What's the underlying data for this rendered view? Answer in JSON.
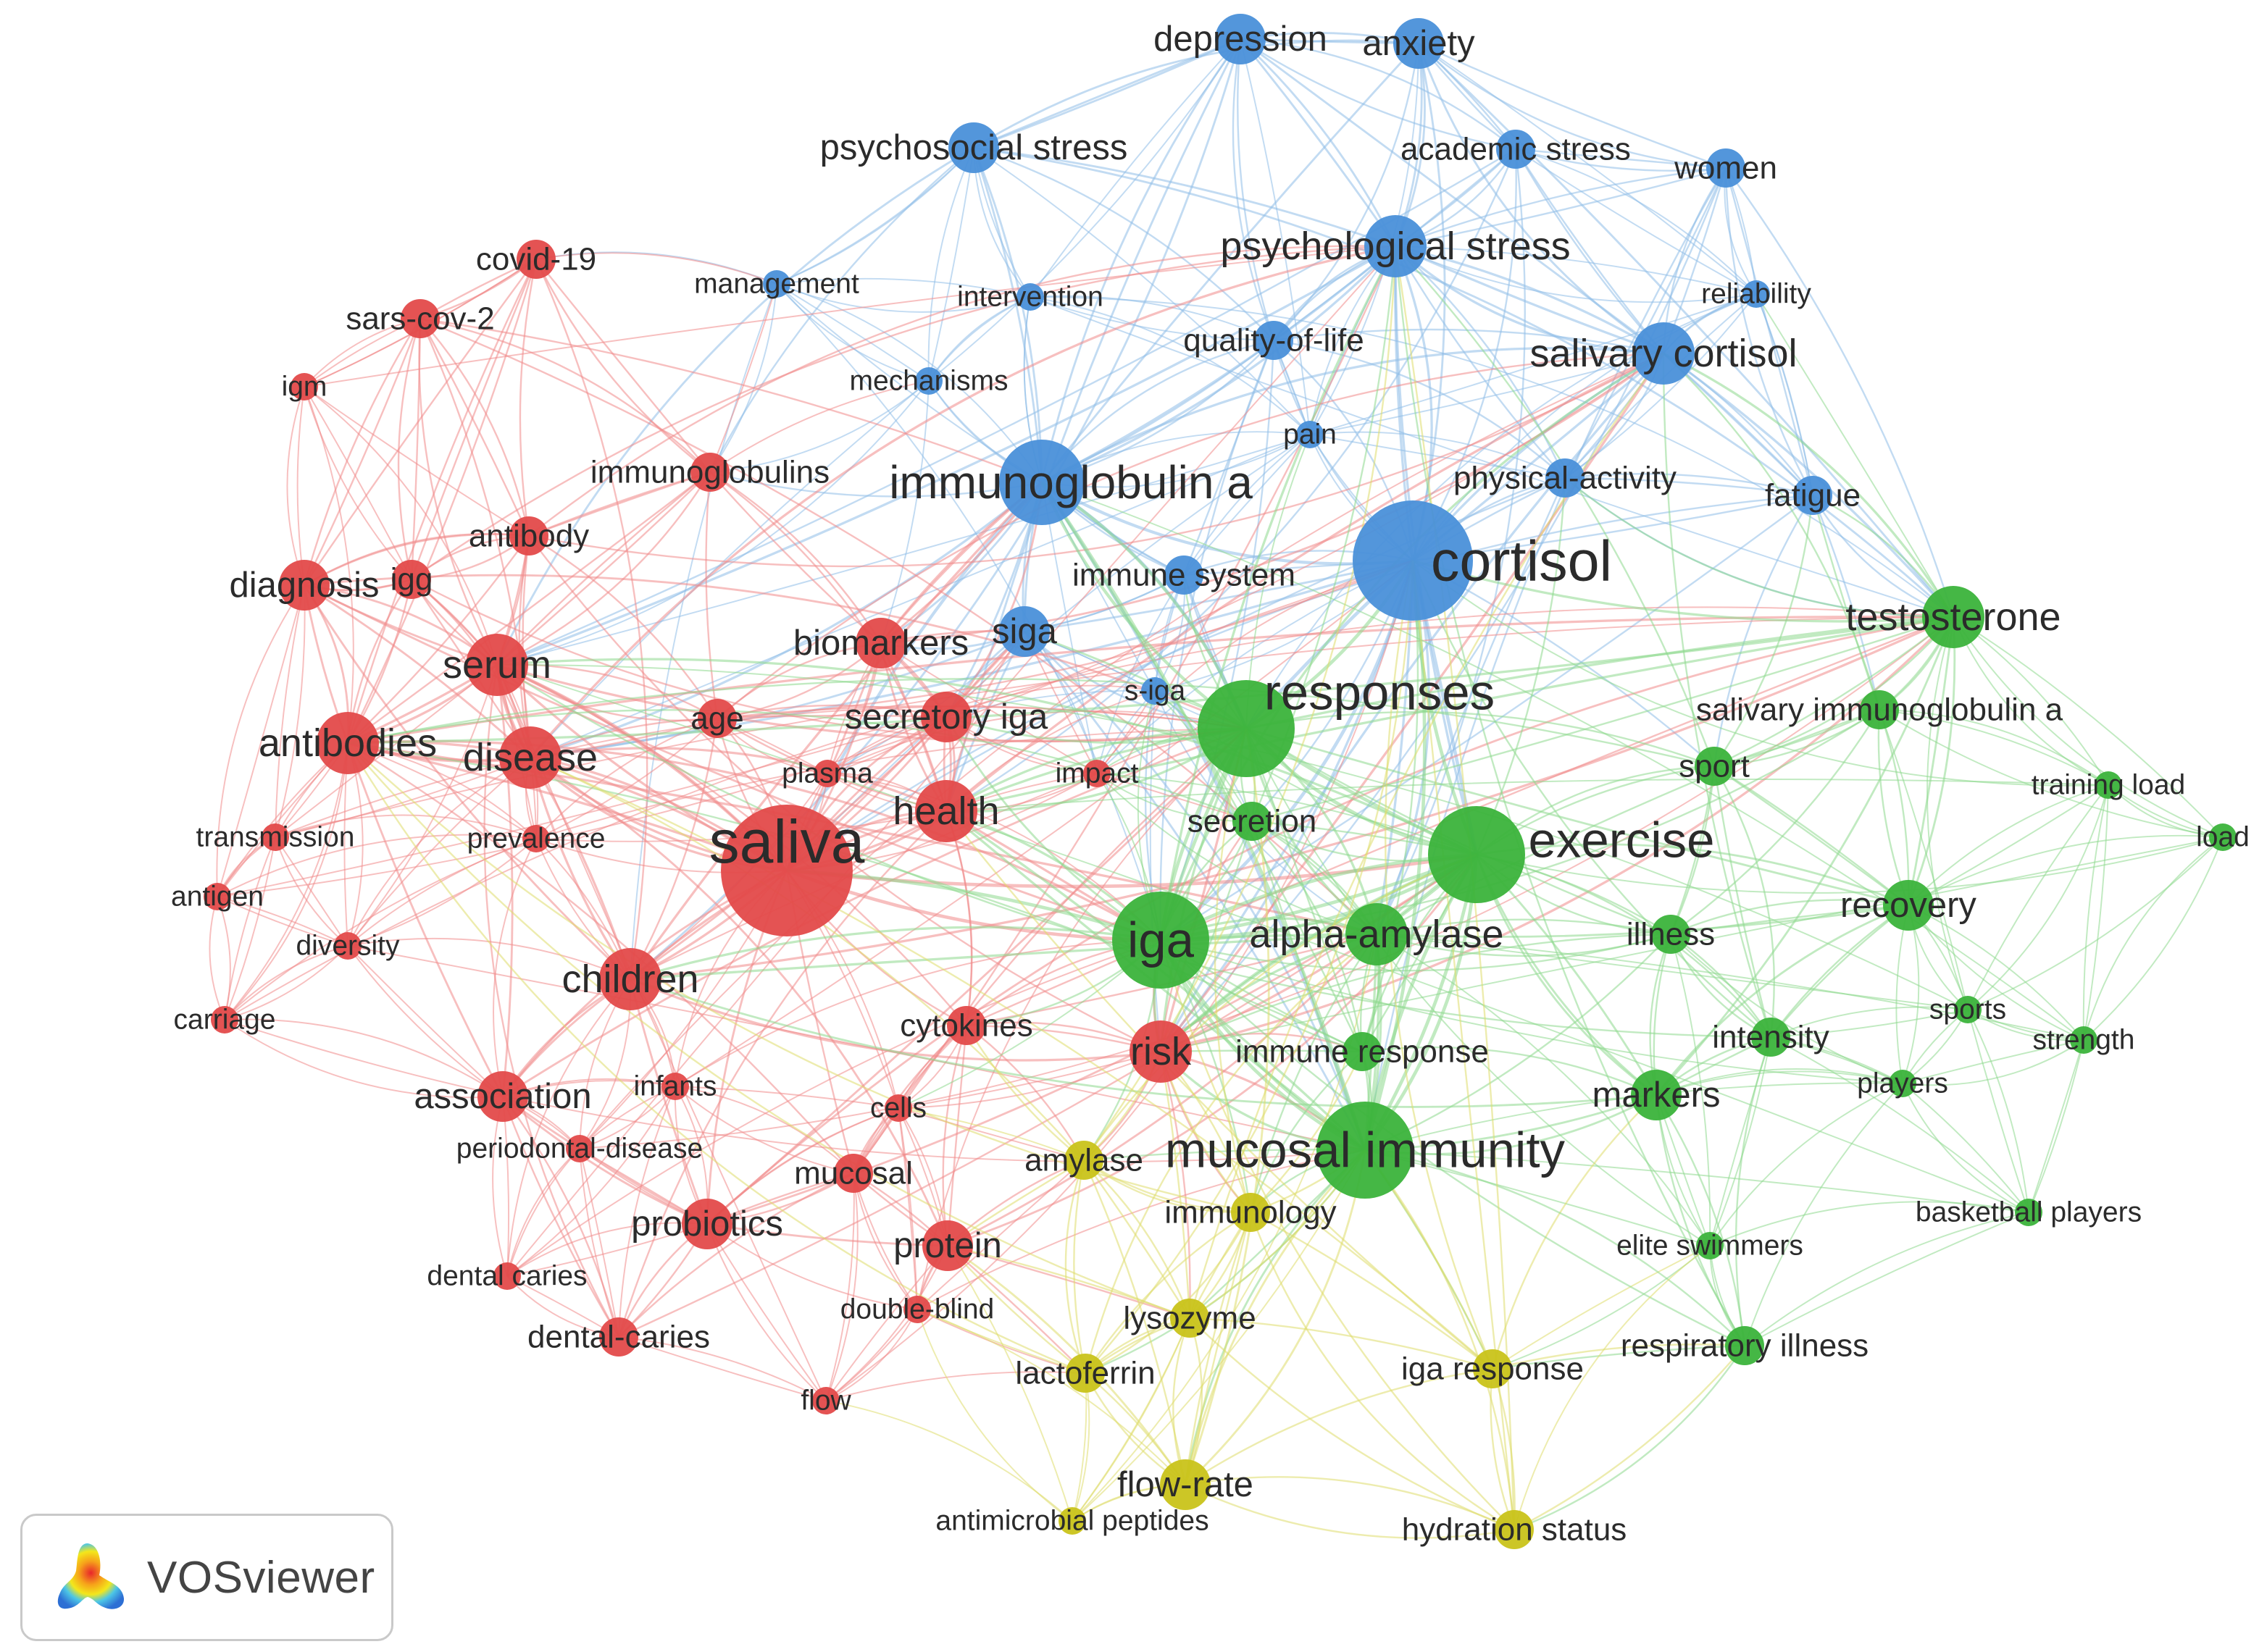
{
  "colors": {
    "red": "#e34a4a",
    "green": "#3bb33b",
    "blue": "#4a90d9",
    "yellow": "#c9c31a",
    "edge_red": "#f08a8a",
    "edge_green": "#8ed88e",
    "edge_blue": "#8fbde8",
    "edge_yellow": "#dedc6c"
  },
  "badge": {
    "brand": "VOSviewer",
    "logo_icon": "vosviewer-logo-icon"
  },
  "clusters": [
    "red",
    "green",
    "blue",
    "yellow"
  ],
  "nodes": [
    {
      "id": "depression",
      "label": "depression",
      "cluster": "blue",
      "weight": 3
    },
    {
      "id": "anxiety",
      "label": "anxiety",
      "cluster": "blue",
      "weight": 3
    },
    {
      "id": "psychosocial-stress",
      "label": "psychosocial stress",
      "cluster": "blue",
      "weight": 3
    },
    {
      "id": "academic-stress",
      "label": "academic stress",
      "cluster": "blue",
      "weight": 2
    },
    {
      "id": "women",
      "label": "women",
      "cluster": "blue",
      "weight": 2
    },
    {
      "id": "psychological-stress",
      "label": "psychological stress",
      "cluster": "blue",
      "weight": 4
    },
    {
      "id": "reliability",
      "label": "reliability",
      "cluster": "blue",
      "weight": 1
    },
    {
      "id": "management",
      "label": "management",
      "cluster": "blue",
      "weight": 1
    },
    {
      "id": "intervention",
      "label": "intervention",
      "cluster": "blue",
      "weight": 1
    },
    {
      "id": "quality-of-life",
      "label": "quality-of-life",
      "cluster": "blue",
      "weight": 2
    },
    {
      "id": "salivary-cortisol",
      "label": "salivary cortisol",
      "cluster": "blue",
      "weight": 4
    },
    {
      "id": "mechanisms",
      "label": "mechanisms",
      "cluster": "blue",
      "weight": 1
    },
    {
      "id": "pain",
      "label": "pain",
      "cluster": "blue",
      "weight": 1
    },
    {
      "id": "physical-activity",
      "label": "physical-activity",
      "cluster": "blue",
      "weight": 2
    },
    {
      "id": "fatigue",
      "label": "fatigue",
      "cluster": "blue",
      "weight": 2
    },
    {
      "id": "immunoglobulin-a",
      "label": "immunoglobulin a",
      "cluster": "blue",
      "weight": 6
    },
    {
      "id": "cortisol",
      "label": "cortisol",
      "cluster": "blue",
      "weight": 9
    },
    {
      "id": "immune-system",
      "label": "immune system",
      "cluster": "blue",
      "weight": 2
    },
    {
      "id": "siga",
      "label": "siga",
      "cluster": "blue",
      "weight": 3
    },
    {
      "id": "s-iga",
      "label": "s-iga",
      "cluster": "blue",
      "weight": 1
    },
    {
      "id": "covid-19",
      "label": "covid-19",
      "cluster": "red",
      "weight": 2
    },
    {
      "id": "sars-cov-2",
      "label": "sars-cov-2",
      "cluster": "red",
      "weight": 2
    },
    {
      "id": "igm",
      "label": "igm",
      "cluster": "red",
      "weight": 1
    },
    {
      "id": "immunoglobulins",
      "label": "immunoglobulins",
      "cluster": "red",
      "weight": 2
    },
    {
      "id": "antibody",
      "label": "antibody",
      "cluster": "red",
      "weight": 2
    },
    {
      "id": "diagnosis",
      "label": "diagnosis",
      "cluster": "red",
      "weight": 3
    },
    {
      "id": "igg",
      "label": "igg",
      "cluster": "red",
      "weight": 2
    },
    {
      "id": "biomarkers",
      "label": "biomarkers",
      "cluster": "red",
      "weight": 3
    },
    {
      "id": "serum",
      "label": "serum",
      "cluster": "red",
      "weight": 4
    },
    {
      "id": "age",
      "label": "age",
      "cluster": "red",
      "weight": 2
    },
    {
      "id": "secretory-iga",
      "label": "secretory iga",
      "cluster": "red",
      "weight": 3
    },
    {
      "id": "antibodies",
      "label": "antibodies",
      "cluster": "red",
      "weight": 4
    },
    {
      "id": "disease",
      "label": "disease",
      "cluster": "red",
      "weight": 4
    },
    {
      "id": "plasma",
      "label": "plasma",
      "cluster": "red",
      "weight": 1
    },
    {
      "id": "impact",
      "label": "impact",
      "cluster": "red",
      "weight": 1
    },
    {
      "id": "transmission",
      "label": "transmission",
      "cluster": "red",
      "weight": 1
    },
    {
      "id": "prevalence",
      "label": "prevalence",
      "cluster": "red",
      "weight": 1
    },
    {
      "id": "saliva",
      "label": "saliva",
      "cluster": "red",
      "weight": 10
    },
    {
      "id": "health",
      "label": "health",
      "cluster": "red",
      "weight": 4
    },
    {
      "id": "antigen",
      "label": "antigen",
      "cluster": "red",
      "weight": 1
    },
    {
      "id": "diversity",
      "label": "diversity",
      "cluster": "red",
      "weight": 1
    },
    {
      "id": "children",
      "label": "children",
      "cluster": "red",
      "weight": 4
    },
    {
      "id": "carriage",
      "label": "carriage",
      "cluster": "red",
      "weight": 1
    },
    {
      "id": "cytokines",
      "label": "cytokines",
      "cluster": "red",
      "weight": 2
    },
    {
      "id": "risk",
      "label": "risk",
      "cluster": "red",
      "weight": 4
    },
    {
      "id": "association",
      "label": "association",
      "cluster": "red",
      "weight": 3
    },
    {
      "id": "infants",
      "label": "infants",
      "cluster": "red",
      "weight": 1
    },
    {
      "id": "cells",
      "label": "cells",
      "cluster": "red",
      "weight": 1
    },
    {
      "id": "periodontal-disease",
      "label": "periodontal-disease",
      "cluster": "red",
      "weight": 1
    },
    {
      "id": "mucosal",
      "label": "mucosal",
      "cluster": "red",
      "weight": 2
    },
    {
      "id": "probiotics",
      "label": "probiotics",
      "cluster": "red",
      "weight": 3
    },
    {
      "id": "protein",
      "label": "protein",
      "cluster": "red",
      "weight": 3
    },
    {
      "id": "dental-caries-1",
      "label": "dental caries",
      "cluster": "red",
      "weight": 1
    },
    {
      "id": "double-blind",
      "label": "double-blind",
      "cluster": "red",
      "weight": 1
    },
    {
      "id": "dental-caries-2",
      "label": "dental-caries",
      "cluster": "red",
      "weight": 2
    },
    {
      "id": "flow",
      "label": "flow",
      "cluster": "red",
      "weight": 1
    },
    {
      "id": "antimicrobial-peptides",
      "label": "antimicrobial peptides",
      "cluster": "yellow",
      "weight": 1
    },
    {
      "id": "testosterone",
      "label": "testosterone",
      "cluster": "green",
      "weight": 4
    },
    {
      "id": "responses",
      "label": "responses",
      "cluster": "green",
      "weight": 7
    },
    {
      "id": "salivary-immunoglobulin-a",
      "label": "salivary immunoglobulin a",
      "cluster": "green",
      "weight": 2
    },
    {
      "id": "sport",
      "label": "sport",
      "cluster": "green",
      "weight": 2
    },
    {
      "id": "training-load",
      "label": "training load",
      "cluster": "green",
      "weight": 1
    },
    {
      "id": "load",
      "label": "load",
      "cluster": "green",
      "weight": 1
    },
    {
      "id": "secretion",
      "label": "secretion",
      "cluster": "green",
      "weight": 2
    },
    {
      "id": "exercise",
      "label": "exercise",
      "cluster": "green",
      "weight": 7
    },
    {
      "id": "recovery",
      "label": "recovery",
      "cluster": "green",
      "weight": 3
    },
    {
      "id": "iga",
      "label": "iga",
      "cluster": "green",
      "weight": 7
    },
    {
      "id": "alpha-amylase",
      "label": "alpha-amylase",
      "cluster": "green",
      "weight": 4
    },
    {
      "id": "illness",
      "label": "illness",
      "cluster": "green",
      "weight": 2
    },
    {
      "id": "sports",
      "label": "sports",
      "cluster": "green",
      "weight": 1
    },
    {
      "id": "strength",
      "label": "strength",
      "cluster": "green",
      "weight": 1
    },
    {
      "id": "intensity",
      "label": "intensity",
      "cluster": "green",
      "weight": 2
    },
    {
      "id": "immune-response",
      "label": "immune response",
      "cluster": "green",
      "weight": 2
    },
    {
      "id": "players",
      "label": "players",
      "cluster": "green",
      "weight": 1
    },
    {
      "id": "markers",
      "label": "markers",
      "cluster": "green",
      "weight": 3
    },
    {
      "id": "mucosal-immunity",
      "label": "mucosal immunity",
      "cluster": "green",
      "weight": 7
    },
    {
      "id": "amylase",
      "label": "amylase",
      "cluster": "yellow",
      "weight": 2
    },
    {
      "id": "immunology",
      "label": "immunology",
      "cluster": "yellow",
      "weight": 2
    },
    {
      "id": "basketball-players",
      "label": "basketball players",
      "cluster": "green",
      "weight": 1
    },
    {
      "id": "elite-swimmers",
      "label": "elite swimmers",
      "cluster": "green",
      "weight": 1
    },
    {
      "id": "lysozyme",
      "label": "lysozyme",
      "cluster": "yellow",
      "weight": 2
    },
    {
      "id": "lactoferrin",
      "label": "lactoferrin",
      "cluster": "yellow",
      "weight": 2
    },
    {
      "id": "iga-response",
      "label": "iga response",
      "cluster": "yellow",
      "weight": 2
    },
    {
      "id": "respiratory-illness",
      "label": "respiratory illness",
      "cluster": "green",
      "weight": 2
    },
    {
      "id": "flow-rate",
      "label": "flow-rate",
      "cluster": "yellow",
      "weight": 3
    },
    {
      "id": "hydration-status",
      "label": "hydration status",
      "cluster": "yellow",
      "weight": 2
    }
  ]
}
